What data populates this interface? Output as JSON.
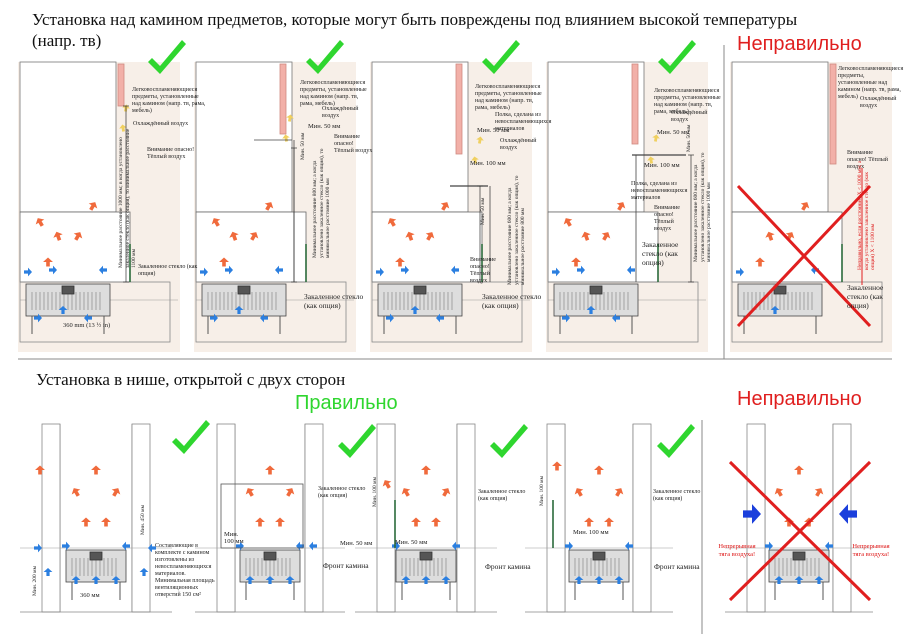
{
  "headings": {
    "top": "Установка над камином предметов, которые могут быть повреждены под влиянием высокой температуры",
    "top_cont": "(напр. тв)",
    "bottom": "Установка в нише, открытой с двух сторон",
    "correct": "Правильно",
    "wrong_top": "Неправильно",
    "wrong_bottom": "Неправильно"
  },
  "top_panels": {
    "p1": {
      "note_flammable": "Легковоспламеняющиеся предметы, установленные над камином (напр. тв, рама, мебель)",
      "note_cool": "Охлаждённый воздух",
      "note_warm": "Внимание опасно! Тёплый воздух",
      "note_glass": "Закаленное стекло (как опция)",
      "vert": "Минимальное расстояние 1000 мм; в когда установлено закаленное стекло (как опция), то минимальное расстояние 1100 мм",
      "width": "360 mm (13 ½ in)"
    },
    "p2": {
      "note_flammable": "Легковоспламеняющиеся предметы, установленные над камином (напр. тв, рама, мебель)",
      "note_cool": "Охлаждённый воздух",
      "note_warm": "Внимание опасно! Тёплый воздух",
      "dim_50a": "Мин. 50 мм",
      "dim_50b": "Мин. 50 мм",
      "note_glass": "Закаленное стекло (как опция)",
      "vert": "Минимальное расстояние 800 мм; а когда установлено закаленное стекло (как опция), то минимальное расстояние 1000 мм"
    },
    "p3": {
      "note_flammable": "Легковоспламеняющиеся предметы, установленные над камином (напр. тв, рама, мебель)",
      "note_shelf": "Полка, сделана из невоспламеняющихся материалов",
      "note_cool": "Охлаждённый воздух",
      "dim_50": "Мин. 50 мм",
      "dim_100": "Мин. 100 мм",
      "dim_50v": "Мин. 50 мм",
      "note_warm": "Внимание опасно! Тёплый воздух",
      "note_glass": "Закаленное стекло (как опция)",
      "vert": "Минимальное расстояние 600 мм; а когда установлено закаленное стекло (как опция), то минимальное расстояние 800 мм"
    },
    "p4": {
      "note_flammable": "Легковоспламеняющиеся предметы, установленные над камином (напр. тв, рама, мебель)",
      "note_cool": "Охлаждённый воздух",
      "dim_50": "Мин. 50 мм",
      "dim_50v": "Мин. 50 мм",
      "dim_100": "Мин. 100 мм",
      "note_shelf": "Полка, сделана из невоспламеняющихся материалов",
      "note_warm": "Внимание опасно! Тёплый воздух",
      "note_glass": "Закаленное стекло (как опция)",
      "vert": "Минимальное расстояние 600 мм; а когда установлено закаленное стекло (как опция), то минимальное расстояние 1000 мм"
    },
    "p5": {
      "note_flammable": "Легковоспламеняющиеся предметы, установленные над камином (напр. тв, рама, мебель)",
      "note_cool": "Охлаждённый воздух",
      "note_warm": "Внимание опасно! Тёплый воздух",
      "note_glass": "Закаленное стекло (как опция)",
      "vert_red": "Неправильно, если расстояние: X < 1000 мм; а когда установлено закаленное стекло (как опция) X < 1100 мм"
    }
  },
  "bottom_panels": {
    "b1": {
      "dim_h": "Мин. 450 мм",
      "dim_base": "Мин. 200 мм",
      "dim_width": "360 мм",
      "note": "Составляющие в комплекте с камином изготовлены из невоспламеняющихся материалов. Минимальная площадь вентиляционных отверстий 150 см²"
    },
    "b2": {
      "dim_100": "Мин. 100 мм",
      "note_glass": "Закаленное стекло (как опция)",
      "dim_50": "Мин. 50 мм",
      "front": "Фронт камина"
    },
    "b3": {
      "dim_v": "Мин. 100 мм",
      "note_glass": "Закаленное стекло (как опция)",
      "dim_50": "Мин. 50 мм",
      "front": "Фронт камина"
    },
    "b4": {
      "dim_v": "Мин. 100 мм",
      "note_glass": "Закаленное стекло (как опция)",
      "dim_100": "Мин. 100 мм",
      "front": "Фронт камина"
    },
    "b5": {
      "left_red": "Непрерывная тяга воздуха!",
      "right_red": "Непрерывная тяга воздуха!"
    }
  },
  "colors": {
    "check": "#2fd62f",
    "wrong": "#e01f1f",
    "hot_arrow": "#f06a3c",
    "cold_arrow": "#2b7fe0",
    "flammable": "#f2b0a8",
    "cool_arrow": "#f0d060",
    "wall": "#f7efe8"
  }
}
